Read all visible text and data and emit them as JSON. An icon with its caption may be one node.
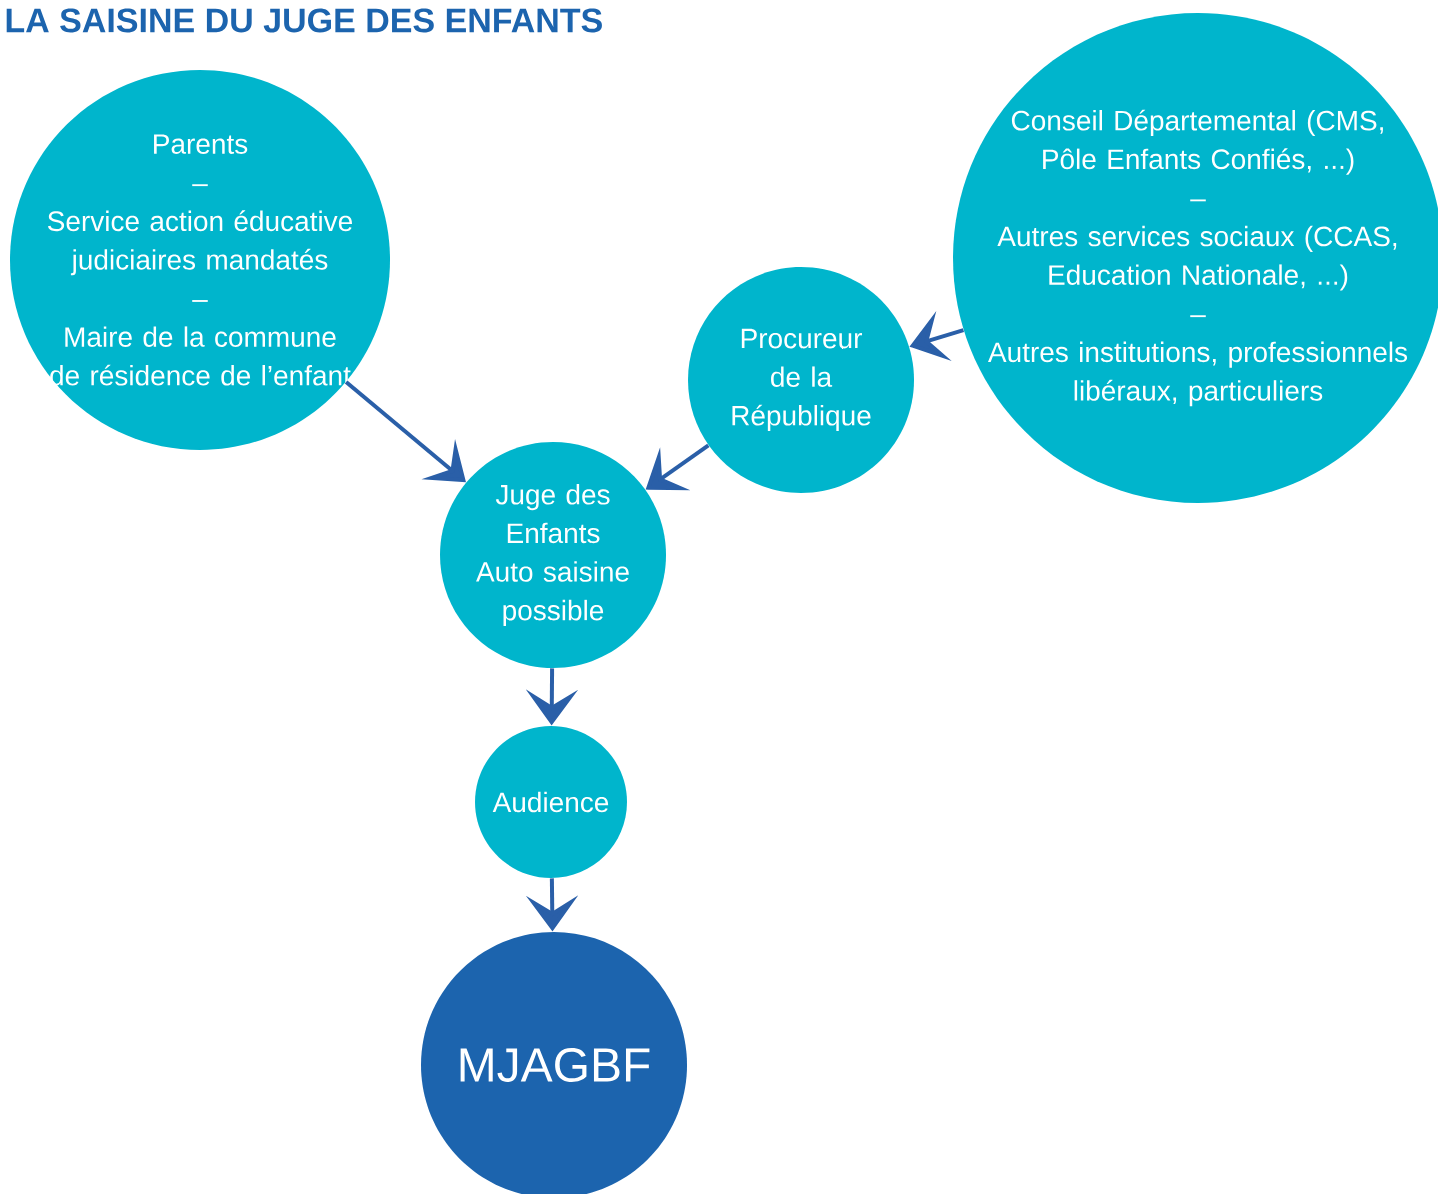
{
  "diagram": {
    "title": "LA SAISINE DU JUGE DES ENFANTS",
    "nodes": [
      {
        "text": [
          "Parents",
          "–",
          "Service action éducative judiciaires mandatés",
          "–",
          "Maire de la commune de résidence de l’enfant"
        ]
      },
      {
        "text": [
          "Procureur de la République"
        ]
      },
      {
        "text": [
          "Conseil Départemental (CMS, Pôle Enfants Confiés, ...)",
          "–",
          "Autres services sociaux (CCAS, Education Nationale, ...)",
          "–",
          "Autres institutions, professionnels libéraux, particuliers"
        ]
      },
      {
        "text": [
          "Juge des Enfants",
          "Auto saisine possible"
        ]
      },
      {
        "text": [
          "Audience"
        ]
      },
      {
        "text": [
          "MJAGBF"
        ]
      }
    ],
    "edges": [
      {
        "from": 0,
        "to": 3,
        "arrow": "to"
      },
      {
        "from": 2,
        "to": 1,
        "arrow": "to"
      },
      {
        "from": 1,
        "to": 3,
        "arrow": "to"
      },
      {
        "from": 3,
        "to": 4,
        "arrow": "to"
      },
      {
        "from": 4,
        "to": 5,
        "arrow": "to"
      }
    ]
  }
}
